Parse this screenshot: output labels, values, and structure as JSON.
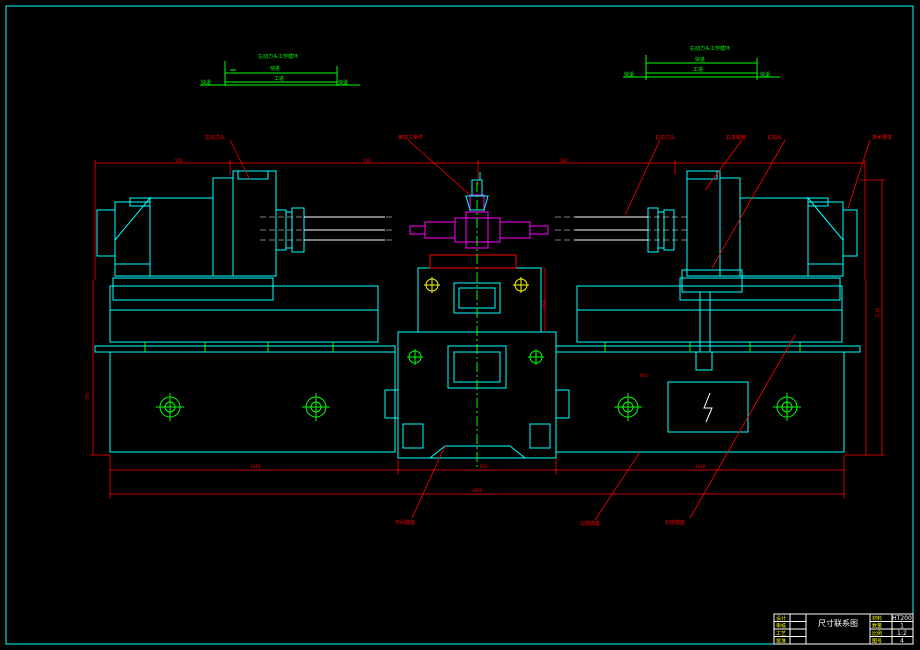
{
  "drawing": {
    "title": "尺寸联系图",
    "colors": {
      "background": "#000000",
      "frame": "#00ffff",
      "machine": "#00ffff",
      "dimension": "#ff0000",
      "leader": "#ff0000",
      "center": "#00ff00",
      "fixture": "#ff00ff",
      "yellow": "#ffff00",
      "white": "#ffffff"
    },
    "left_stroke_diagram": {
      "caption": "左动力头工作循环",
      "labels": [
        "快进",
        "工进",
        "快退"
      ]
    },
    "right_stroke_diagram": {
      "caption": "右动力头工作循环",
      "labels": [
        "快进",
        "工进",
        "快退"
      ]
    },
    "callouts": [
      "左动力头",
      "被加工零件",
      "右动力头",
      "右多轴箱",
      "右钻头",
      "中间底座",
      "左侧底座",
      "右侧底座",
      "技术要求"
    ],
    "dimensions": {
      "top": [
        "550",
        "550",
        "560"
      ],
      "base_left": "1440",
      "base_right": "1440",
      "overall": "3900",
      "center_mark": "650",
      "center_height": "250",
      "left_height": "750",
      "right_height": "1130",
      "mid_label": "600"
    },
    "title_block": {
      "title": "尺寸联系图",
      "rows_left": [
        "设计",
        "审核",
        "工艺",
        "批准"
      ],
      "rows_right_labels": [
        "材料",
        "数量",
        "比例",
        "图号"
      ],
      "rows_right_values": [
        "HT200",
        "1",
        "1:2",
        "4"
      ]
    }
  }
}
